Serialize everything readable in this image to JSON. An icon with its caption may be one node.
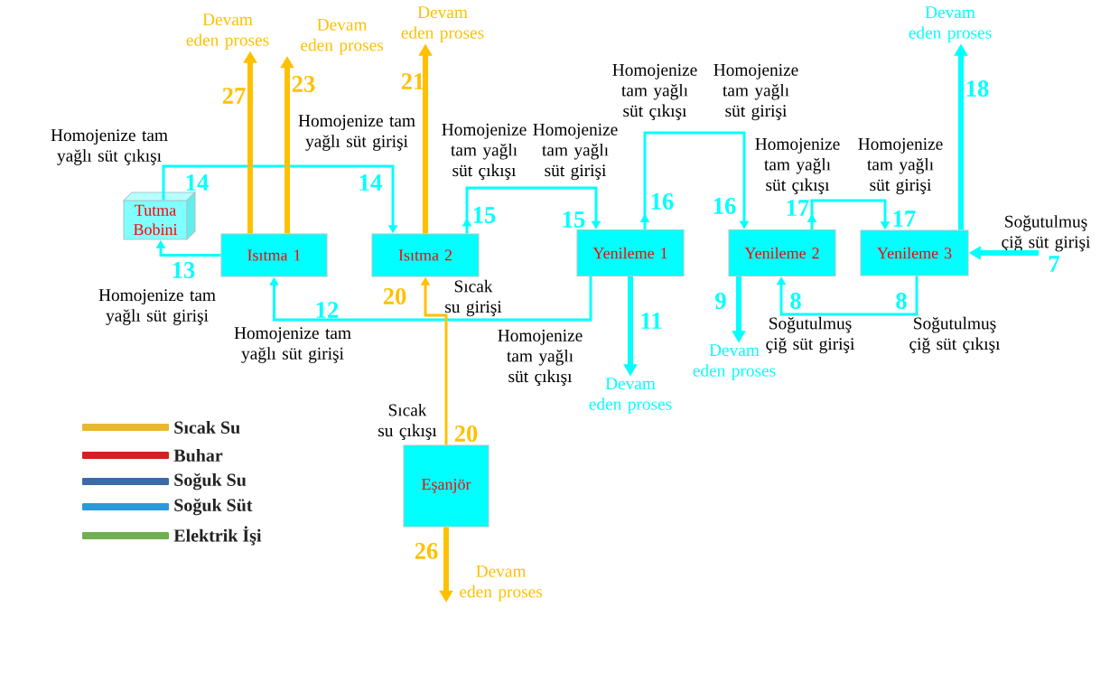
{
  "diagram": {
    "nodes": [
      {
        "text": [
          "Tutma Bobini"
        ]
      },
      {
        "text": [
          "Isıtma 1"
        ]
      },
      {
        "text": [
          "Isıtma 2"
        ]
      },
      {
        "text": [
          "Yenileme 1"
        ]
      },
      {
        "text": [
          "Yenileme 2"
        ]
      },
      {
        "text": [
          "Yenileme 3"
        ]
      },
      {
        "text": [
          "Eşanjör"
        ]
      },
      {
        "text": [
          "Devam eden proses"
        ]
      },
      {
        "text": [
          "Devam eden proses"
        ]
      },
      {
        "text": [
          "Devam eden proses"
        ]
      },
      {
        "text": [
          "Devam eden proses"
        ]
      },
      {
        "text": [
          "Devam eden proses"
        ]
      },
      {
        "text": [
          "Devam eden proses"
        ]
      },
      {
        "text": [
          "Devam eden proses"
        ]
      },
      {
        "text": [
          "Soğutulmuş çiğ süt girişi"
        ]
      }
    ],
    "edges": [
      {
        "from": 0,
        "to": 2,
        "arrow": "to",
        "label": "14"
      },
      {
        "from": 1,
        "to": 0,
        "arrow": "to",
        "label": "13"
      },
      {
        "from": 1,
        "to": 7,
        "arrow": "to",
        "label": "27",
        "style": "thick",
        "color": "#ffc000"
      },
      {
        "from": 1,
        "to": 8,
        "arrow": "to",
        "label": "23",
        "style": "thick",
        "color": "#ffc000"
      },
      {
        "from": 2,
        "to": 9,
        "arrow": "to",
        "label": "21",
        "style": "thick",
        "color": "#ffc000"
      },
      {
        "from": 3,
        "to": 1,
        "arrow": "to",
        "label": "12"
      },
      {
        "from": 6,
        "to": 2,
        "arrow": "to",
        "label": "20",
        "color": "#ffc000"
      },
      {
        "from": 2,
        "to": 3,
        "arrow": "to",
        "label": "15"
      },
      {
        "from": 3,
        "to": 4,
        "arrow": "to",
        "label": "16"
      },
      {
        "from": 4,
        "to": 5,
        "arrow": "to",
        "label": "17"
      },
      {
        "from": 5,
        "to": 4,
        "arrow": "to",
        "label": "8"
      },
      {
        "from": 5,
        "to": 10,
        "arrow": "to",
        "label": "18",
        "style": "thick"
      },
      {
        "from": 3,
        "to": 11,
        "arrow": "to",
        "label": "11",
        "style": "thick"
      },
      {
        "from": 4,
        "to": 12,
        "arrow": "to",
        "label": "9",
        "style": "thick"
      },
      {
        "from": 6,
        "to": 13,
        "arrow": "to",
        "label": "26",
        "style": "thick",
        "color": "#ffc000"
      },
      {
        "from": 14,
        "to": 5,
        "arrow": "to",
        "label": "7",
        "style": "thick"
      }
    ],
    "labels": [
      "Homojenize tam yağlı süt çıkışı",
      "Homojenize tam yağlı süt girişi",
      "Homojenize tam yağlı süt girişi",
      "Homojenize tam yağlı süt çıkışı",
      "Homojenize tam yağlı süt çıkışı",
      "Homojenize tam yağlı süt girişi",
      "Homojenize tam yağlı süt çıkışı",
      "Homojenize tam yağlı süt girişi",
      "Sıcak su girişi",
      "Homojenize tam yağlı süt girişi",
      "Soğutulmuş çiğ süt girişi",
      "Soğutulmuş çiğ süt çıkışı",
      "Homojenize tam yağlı süt girişi",
      "Homojenize tam yağlı süt çıkışı",
      "Sıcak su çıkışı",
      "14",
      "15",
      "16",
      "17",
      "20",
      "8"
    ],
    "legend": [
      {
        "text": "Sıcak Su",
        "color": "#e8b830"
      },
      {
        "text": "Buhar",
        "color": "#d42020"
      },
      {
        "text": "Soğuk Su",
        "color": "#3a6aa8"
      },
      {
        "text": "Soğuk Süt",
        "color": "#2a9ad8"
      },
      {
        "text": "Elektrik İşi",
        "color": "#70b050"
      }
    ]
  }
}
